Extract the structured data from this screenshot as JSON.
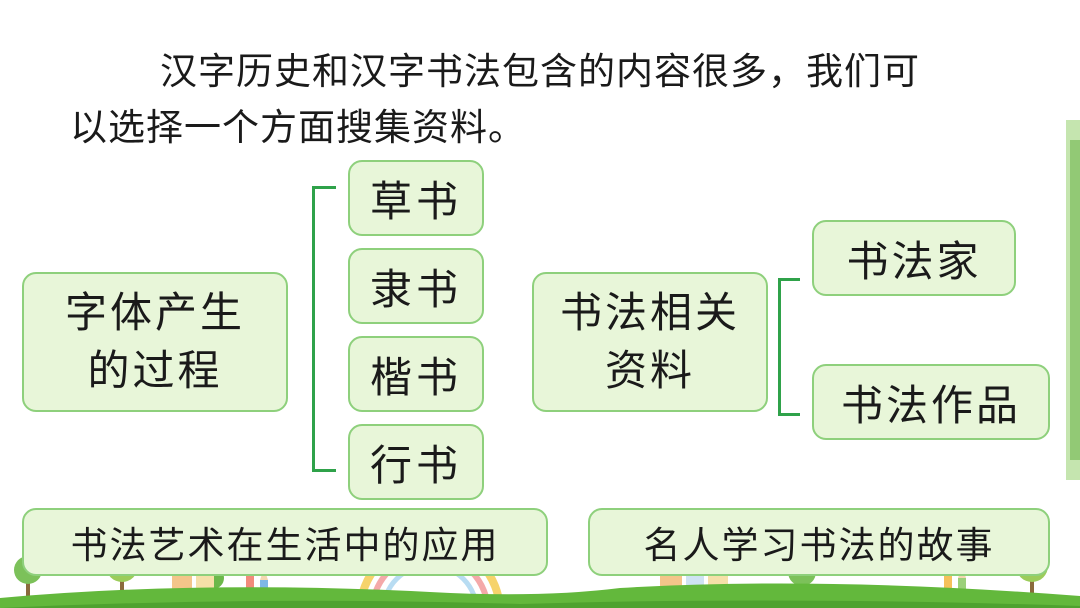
{
  "intro": {
    "text": "汉字历史和汉字书法包含的内容很多，我们可以选择一个方面搜集资料。"
  },
  "origin": {
    "line1": "字体产生",
    "line2": "的过程"
  },
  "scripts": [
    "草书",
    "隶书",
    "楷书",
    "行书"
  ],
  "related": {
    "line1": "书法相关",
    "line2": "资料"
  },
  "related_items": [
    "书法家",
    "书法作品"
  ],
  "bottom": [
    "书法艺术在生活中的应用",
    "名人学习书法的故事"
  ],
  "colors": {
    "box_fill": "#e8f6d9",
    "box_border": "#8ed07c",
    "bracket": "#2fa24a",
    "hill": "#63b83c"
  }
}
